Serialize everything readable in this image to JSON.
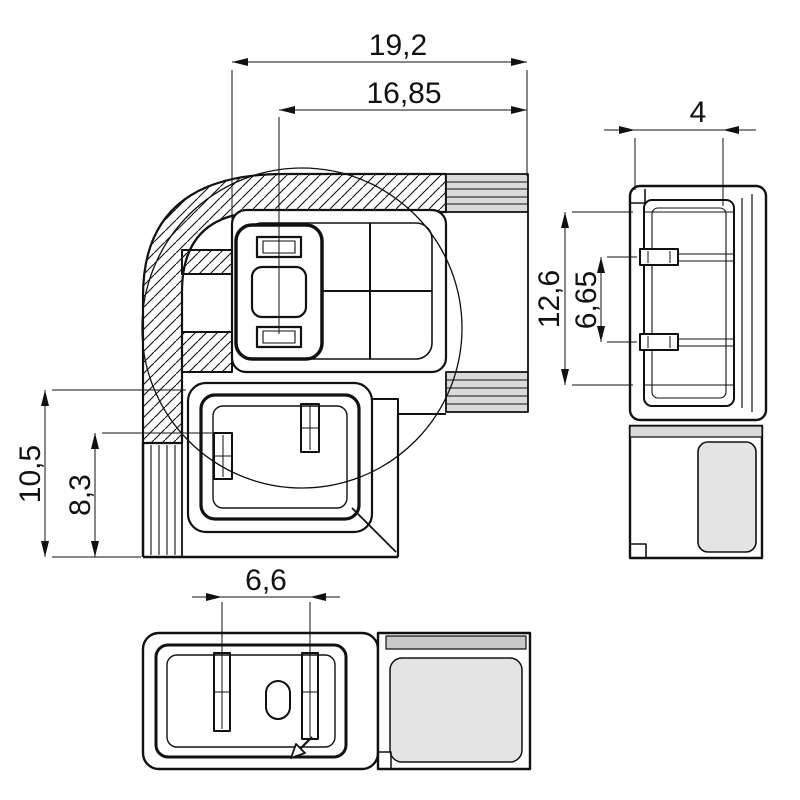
{
  "drawing": {
    "type": "technical-drawing",
    "palette": {
      "background": "#ffffff",
      "line": "#111111",
      "rib_fill": "#dadada",
      "panel_fill": "#e4e4e4",
      "strip_fill": "#c9c9c9"
    },
    "dims": {
      "overall_width": {
        "value": "19,2"
      },
      "inner_width": {
        "value": "16,85"
      },
      "side_face_width": {
        "value": "4"
      },
      "side_opening_height": {
        "value": "12,6"
      },
      "side_contact_pitch": {
        "value": "6,65"
      },
      "socket_depth": {
        "value": "10,5"
      },
      "contact_depth": {
        "value": "8,3"
      },
      "bottom_contact_pitch": {
        "value": "6,6"
      }
    }
  }
}
